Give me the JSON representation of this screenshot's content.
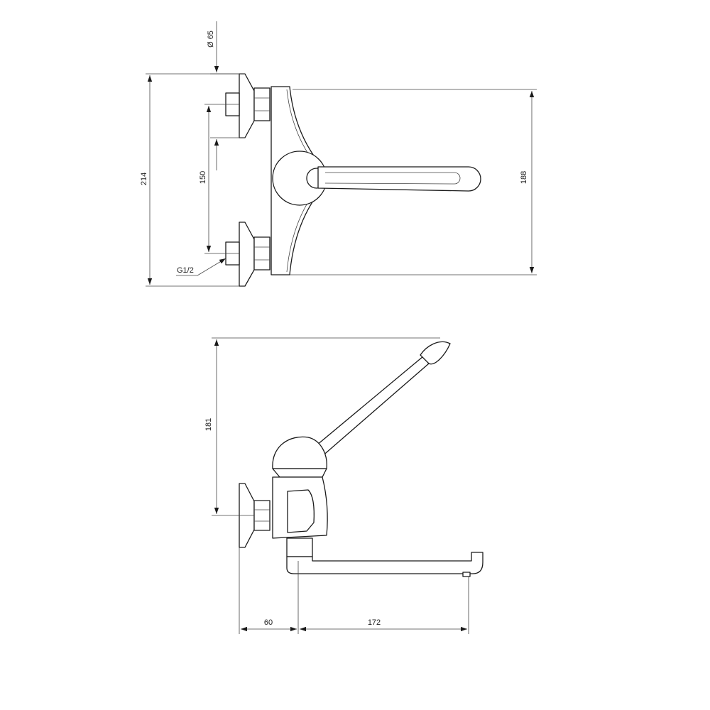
{
  "drawing": {
    "front_view": {
      "dimensions": {
        "diameter": "Ø 65",
        "total_height": "214",
        "inlet_spacing": "150",
        "body_height": "188",
        "thread": "G1/2"
      }
    },
    "side_view": {
      "dimensions": {
        "lever_height": "181",
        "wall_offset": "60",
        "spout_reach": "172"
      }
    }
  }
}
